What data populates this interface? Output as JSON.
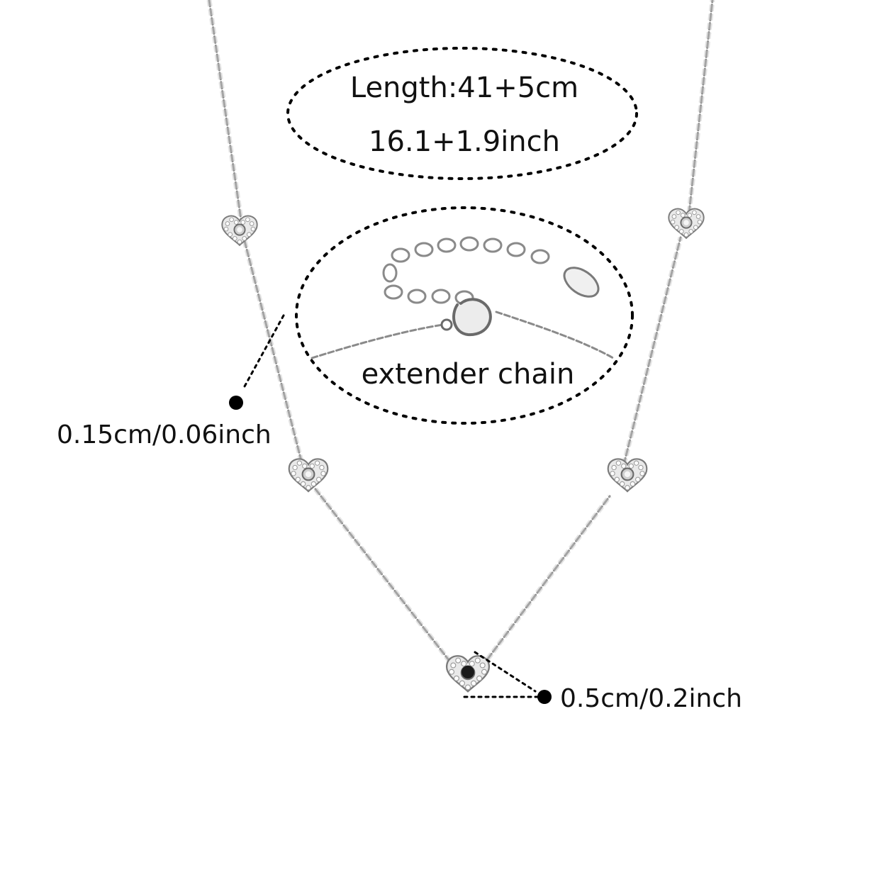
{
  "annotations": {
    "length_line1": "Length:41+5cm",
    "length_line2": "16.1+1.9inch",
    "extender_label": "extender  chain",
    "chain_size": "0.15cm/0.06inch",
    "charm_size": "0.5cm/0.2inch"
  },
  "colors": {
    "background": "#ffffff",
    "text": "#111111",
    "chain": "#8a8a8a",
    "dot": "#000000"
  }
}
